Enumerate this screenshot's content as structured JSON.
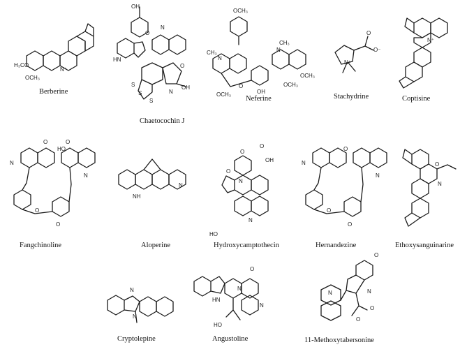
{
  "compounds": [
    {
      "name": "Berberine"
    },
    {
      "name": "Chaetocochin J"
    },
    {
      "name": "Neferine"
    },
    {
      "name": "Stachydrine"
    },
    {
      "name": "Coptisine"
    },
    {
      "name": "Fangchinoline"
    },
    {
      "name": "Aloperine"
    },
    {
      "name": "Hydroxycamptothecin"
    },
    {
      "name": "Hernandezine"
    },
    {
      "name": "Ethoxysanguinarine"
    },
    {
      "name": "Cryptolepine"
    },
    {
      "name": "Angustoline"
    },
    {
      "name": "11-Methoxytabersonine"
    }
  ]
}
